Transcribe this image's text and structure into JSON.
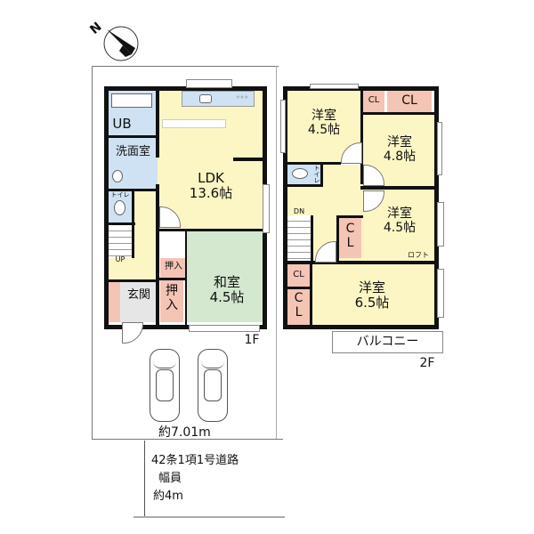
{
  "compass": {
    "north_label": "N",
    "icon": "compass-north-arrow"
  },
  "floor1": {
    "label": "1F",
    "rooms": {
      "ub": "UB",
      "washroom": "洗面室",
      "toilet": "トイレ",
      "stairs_up": "UP",
      "ldk": "LDK\n13.6帖",
      "oshiire_small": "押入",
      "oshiire_tall": "押\n入",
      "washitsu": "和室\n4.5帖",
      "genkan": "玄関"
    }
  },
  "floor2": {
    "label": "2F",
    "rooms": {
      "yoshitsu_nw": "洋室\n4.5帖",
      "cl_small_top": "CL",
      "cl_top": "CL",
      "yoshitsu_ne": "洋室\n4.8帖",
      "toilet": "トイレ",
      "stairs_down": "DN",
      "cl_middle": "C\nL",
      "yoshitsu_e": "洋室\n4.5帖",
      "loft": "ロフト",
      "cl_small_bottom": "CL",
      "cl_bottom": "C\nL",
      "yoshitsu_s": "洋室\n6.5帖",
      "balcony": "バルコニー"
    }
  },
  "site": {
    "frontage": "約7.01m",
    "road_type": "42条1項1号道路",
    "road_width_label": "幅員",
    "road_width": "約4m",
    "parking_spaces": 2
  },
  "colors": {
    "wall": "#111111",
    "ldk_floor": "#fbf6c4",
    "wet_area": "#cfe2f3",
    "tatami": "#d3e8cf",
    "closet": "#f4c4b4",
    "entrance": "#e6e6e6"
  }
}
